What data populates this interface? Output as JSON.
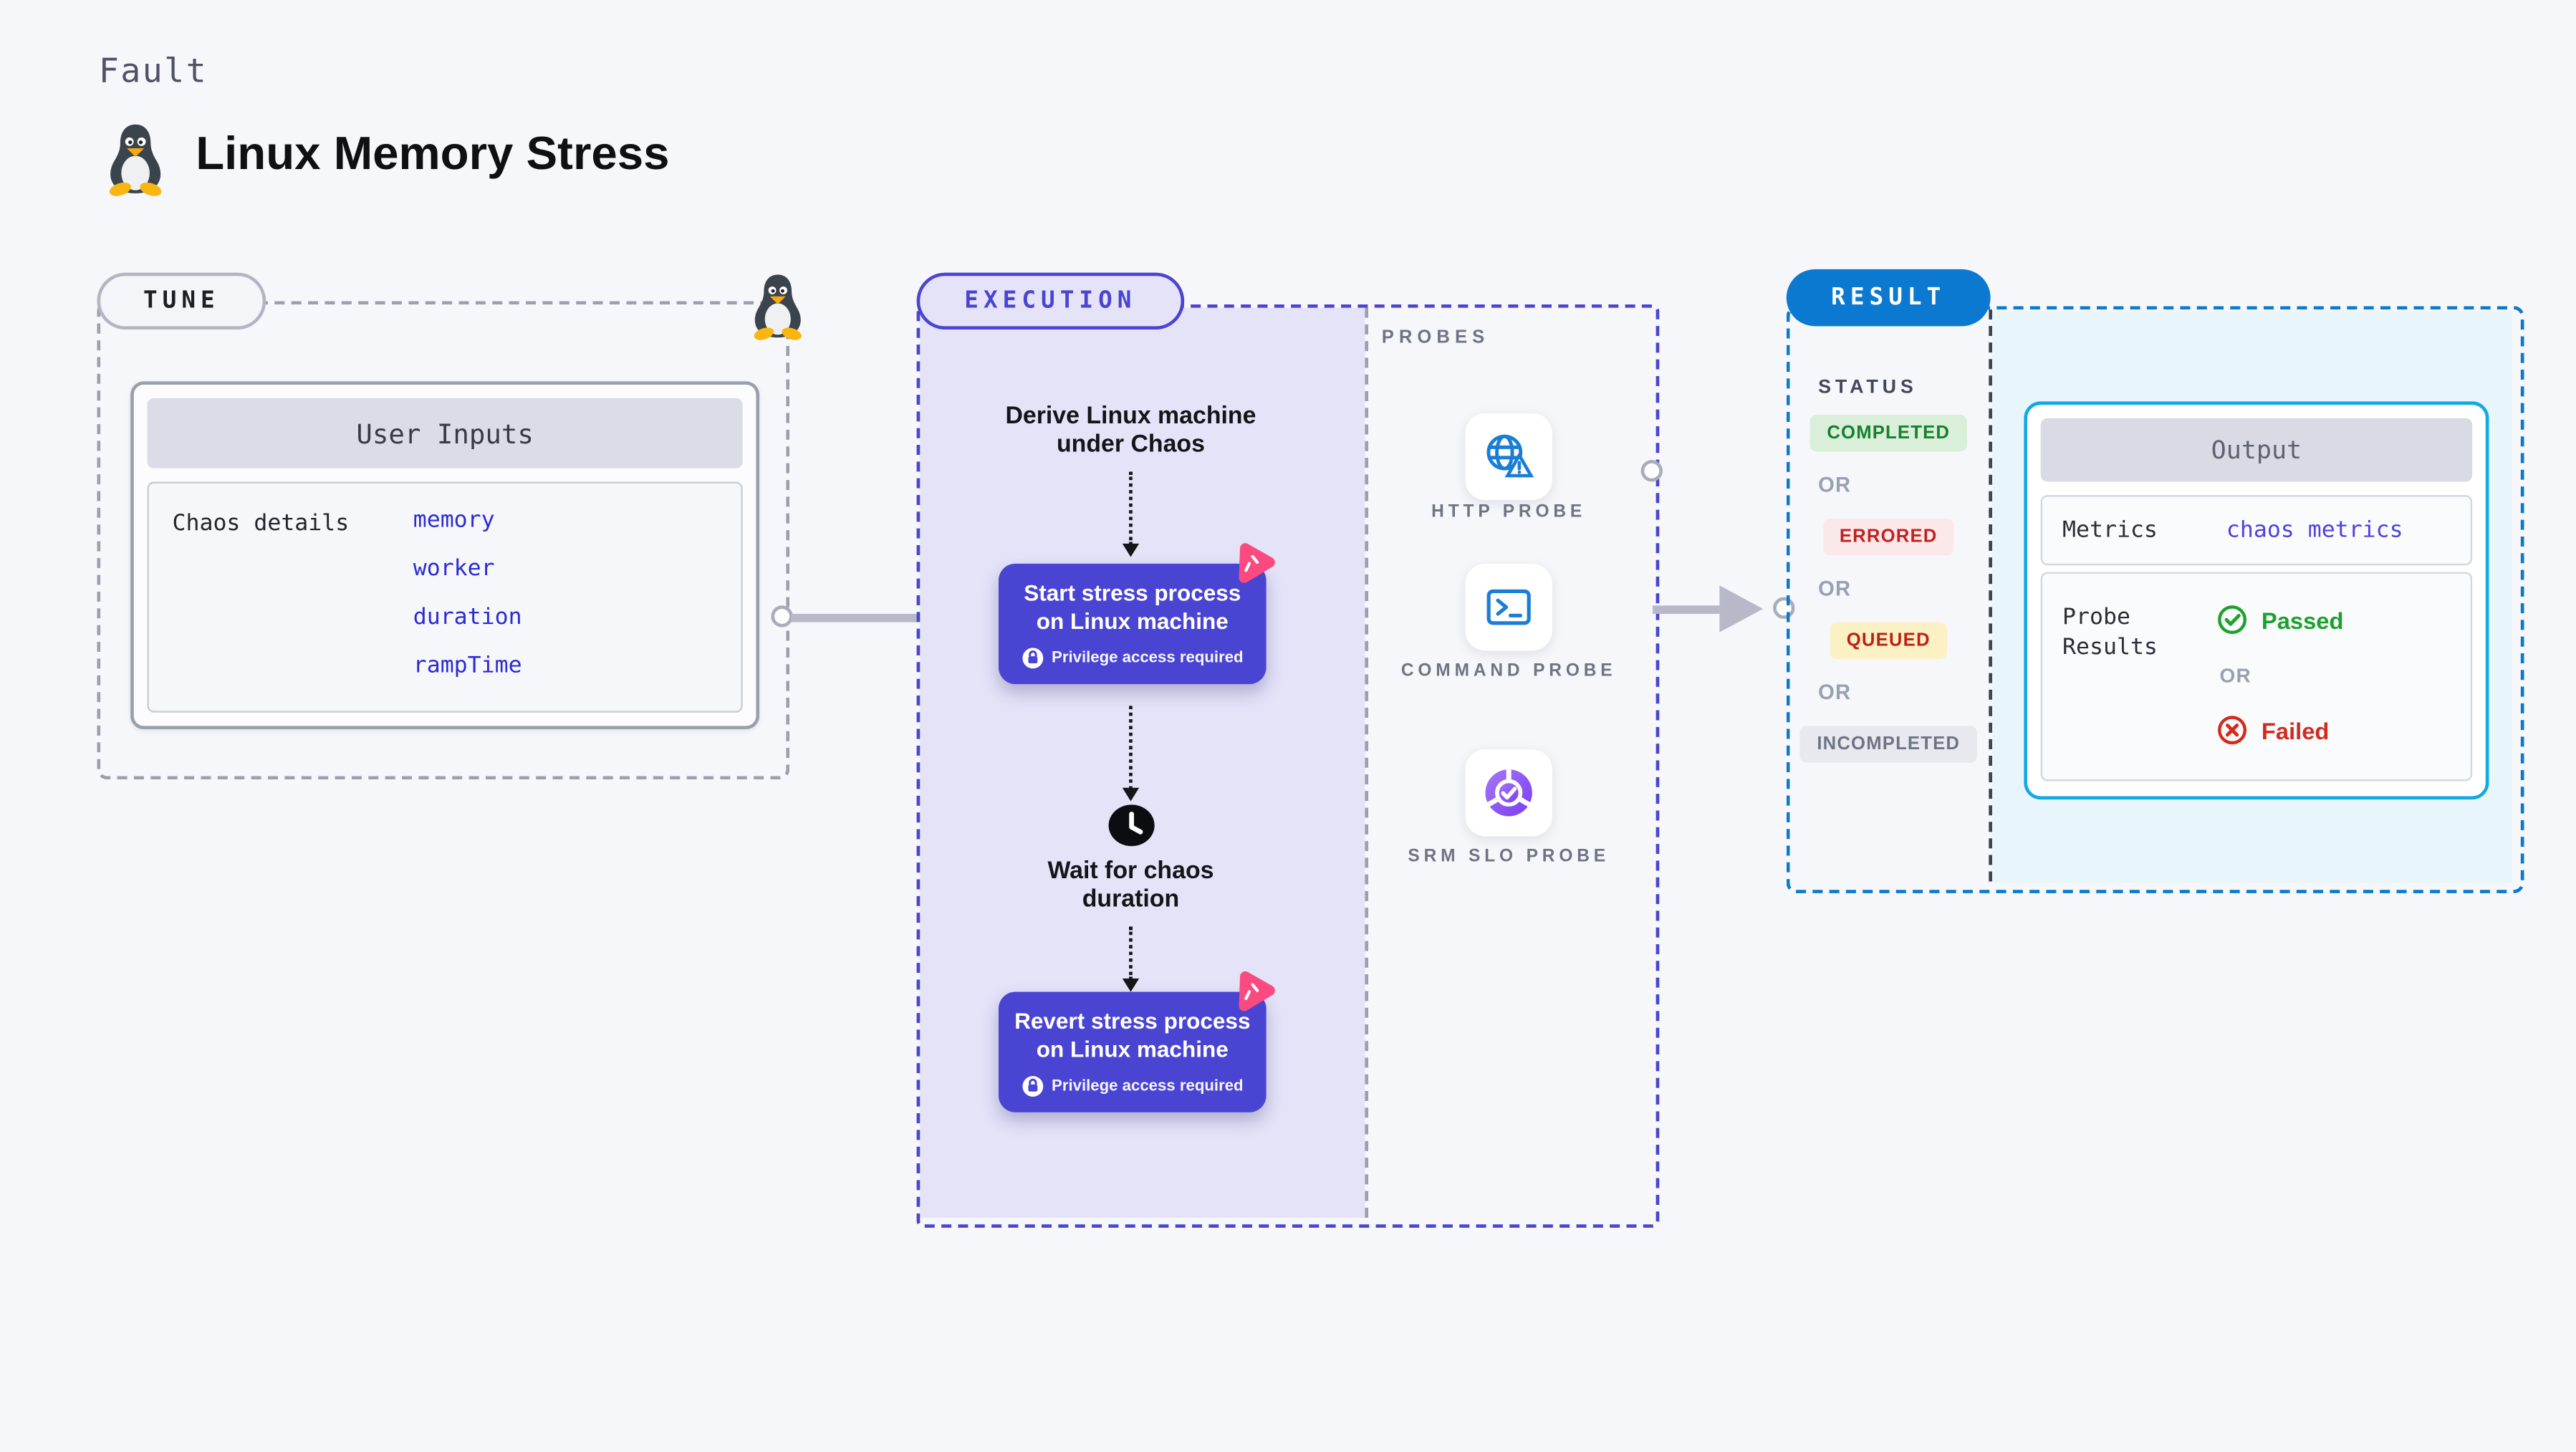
{
  "header": {
    "eyebrow": "Fault",
    "title": "Linux Memory Stress"
  },
  "tune": {
    "label": "TUNE",
    "card_title": "User Inputs",
    "row_label": "Chaos details",
    "values": [
      "memory",
      "worker",
      "duration",
      "rampTime"
    ]
  },
  "execution": {
    "label": "EXECUTION",
    "derive_label": "Derive Linux machine under Chaos",
    "wait_label": "Wait for chaos duration",
    "steps": [
      {
        "text": "Start stress process on Linux machine",
        "badge": "Privilege access required"
      },
      {
        "text": "Revert stress process on Linux machine",
        "badge": "Privilege access required"
      }
    ]
  },
  "probes": {
    "label": "PROBES",
    "items": [
      {
        "name": "HTTP PROBE"
      },
      {
        "name": "COMMAND PROBE"
      },
      {
        "name": "SRM SLO PROBE"
      }
    ]
  },
  "result": {
    "label": "RESULT",
    "status_label": "STATUS",
    "or": "OR",
    "statuses": [
      "COMPLETED",
      "ERRORED",
      "QUEUED",
      "INCOMPLETED"
    ],
    "output": {
      "title": "Output",
      "metrics_label": "Metrics",
      "metrics_value": "chaos metrics",
      "probe_results_label": "Probe Results",
      "passed": "Passed",
      "failed": "Failed"
    }
  },
  "icons": {
    "tux": "linux-tux-icon",
    "chaos": "chaos-scenario-icon",
    "clock": "clock-icon",
    "lock": "lock-icon",
    "http_probe": "globe-warning-icon",
    "command_probe": "terminal-icon",
    "srm_slo_probe": "slo-donut-check-icon",
    "passed": "check-circle-icon",
    "failed": "x-circle-icon"
  },
  "colors": {
    "page_bg": "#f6f7fa",
    "indigo_accent": "#4a44d3",
    "lavender_bg": "#e4e3f8",
    "result_blue": "#0b79d0",
    "output_cyan": "#14a9e2",
    "cyan_bg": "#e8f6fc",
    "link_blue": "#2d2ad4",
    "pink": "#fb4a80",
    "green": "#1ea12c",
    "red": "#d52a1e",
    "gray_arrow": "#b7b9c9"
  }
}
